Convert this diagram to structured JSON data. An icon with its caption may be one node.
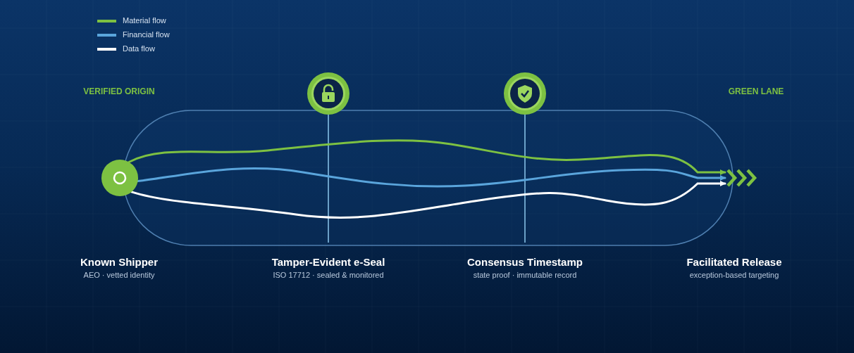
{
  "diagram": {
    "nodes": [
      {
        "text": [],
        "shape": "circle"
      },
      {
        "text": [],
        "shape": "circle"
      },
      {
        "text": [],
        "shape": "circle"
      },
      {
        "text": [],
        "shape": "chevron"
      }
    ],
    "edges": [
      {
        "from": 0,
        "to": 3,
        "arrow": "to",
        "color": "#7dc142"
      },
      {
        "from": 0,
        "to": 3,
        "arrow": "to",
        "color": "#5aa5dc"
      },
      {
        "from": 0,
        "to": 3,
        "arrow": "to",
        "color": "#ffffff"
      }
    ],
    "labels": [
      "VERIFIED ORIGIN",
      "GREEN LANE",
      "Known Shipper",
      "AEO · vetted identity",
      "Tamper-Evident e-Seal",
      "ISO 17712 · sealed & monitored",
      "Consensus Timestamp",
      "state proof · immutable record",
      "Facilitated Release",
      "exception-based targeting"
    ],
    "legend": [
      {
        "text": "Material flow",
        "color": "#7dc142"
      },
      {
        "text": "Financial flow",
        "color": "#5aa5dc"
      },
      {
        "text": "Data flow",
        "color": "#ffffff"
      }
    ]
  }
}
